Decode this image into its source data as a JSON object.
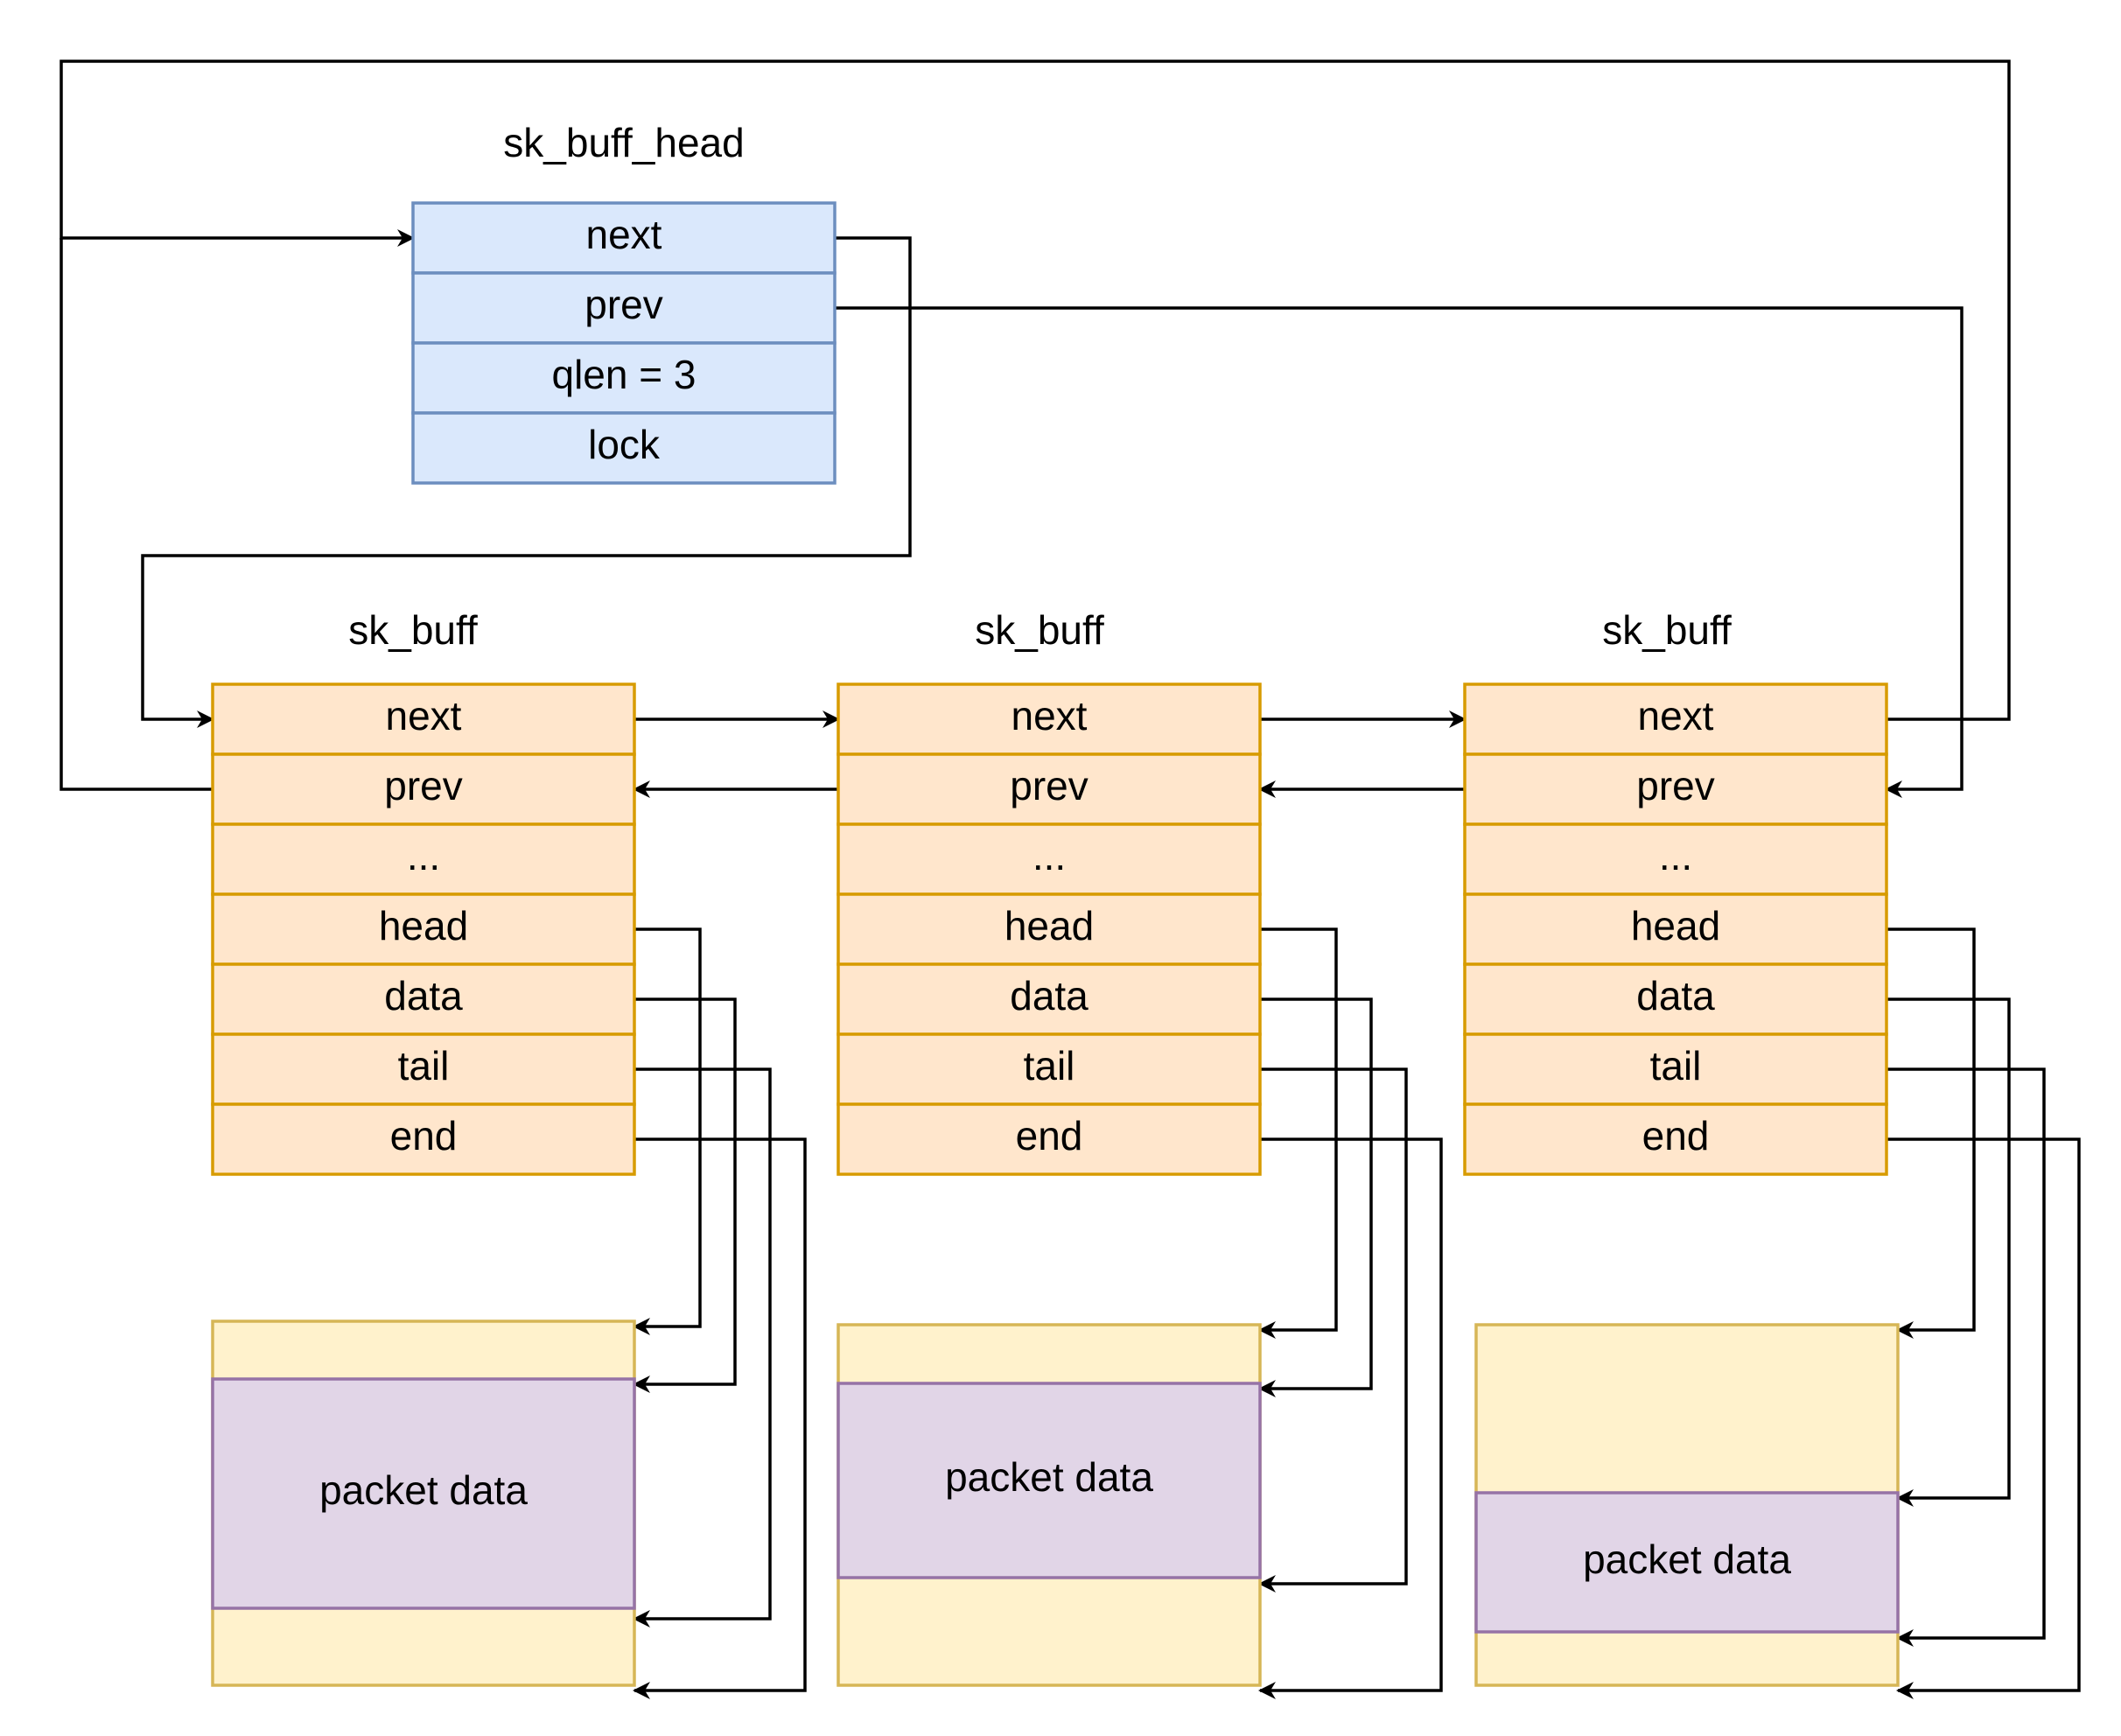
{
  "head_struct": {
    "title": "sk_buff_head",
    "fields": [
      "next",
      "prev",
      "qlen = 3",
      "lock"
    ]
  },
  "buffers": [
    {
      "title": "sk_buff",
      "fields": [
        "next",
        "prev",
        "...",
        "head",
        "data",
        "tail",
        "end"
      ],
      "payload_label": "packet data"
    },
    {
      "title": "sk_buff",
      "fields": [
        "next",
        "prev",
        "...",
        "head",
        "data",
        "tail",
        "end"
      ],
      "payload_label": "packet data"
    },
    {
      "title": "sk_buff",
      "fields": [
        "next",
        "prev",
        "...",
        "head",
        "data",
        "tail",
        "end"
      ],
      "payload_label": "packet data"
    }
  ],
  "colors": {
    "head_fill": "#dae8fc",
    "head_stroke": "#6c8ebf",
    "buffer_fill": "#ffe6cc",
    "buffer_stroke": "#d79b00",
    "area_fill": "#fff2cc",
    "area_stroke": "#d6b656",
    "payload_fill": "#e1d5e7",
    "payload_stroke": "#9673a6",
    "line": "#000000"
  }
}
